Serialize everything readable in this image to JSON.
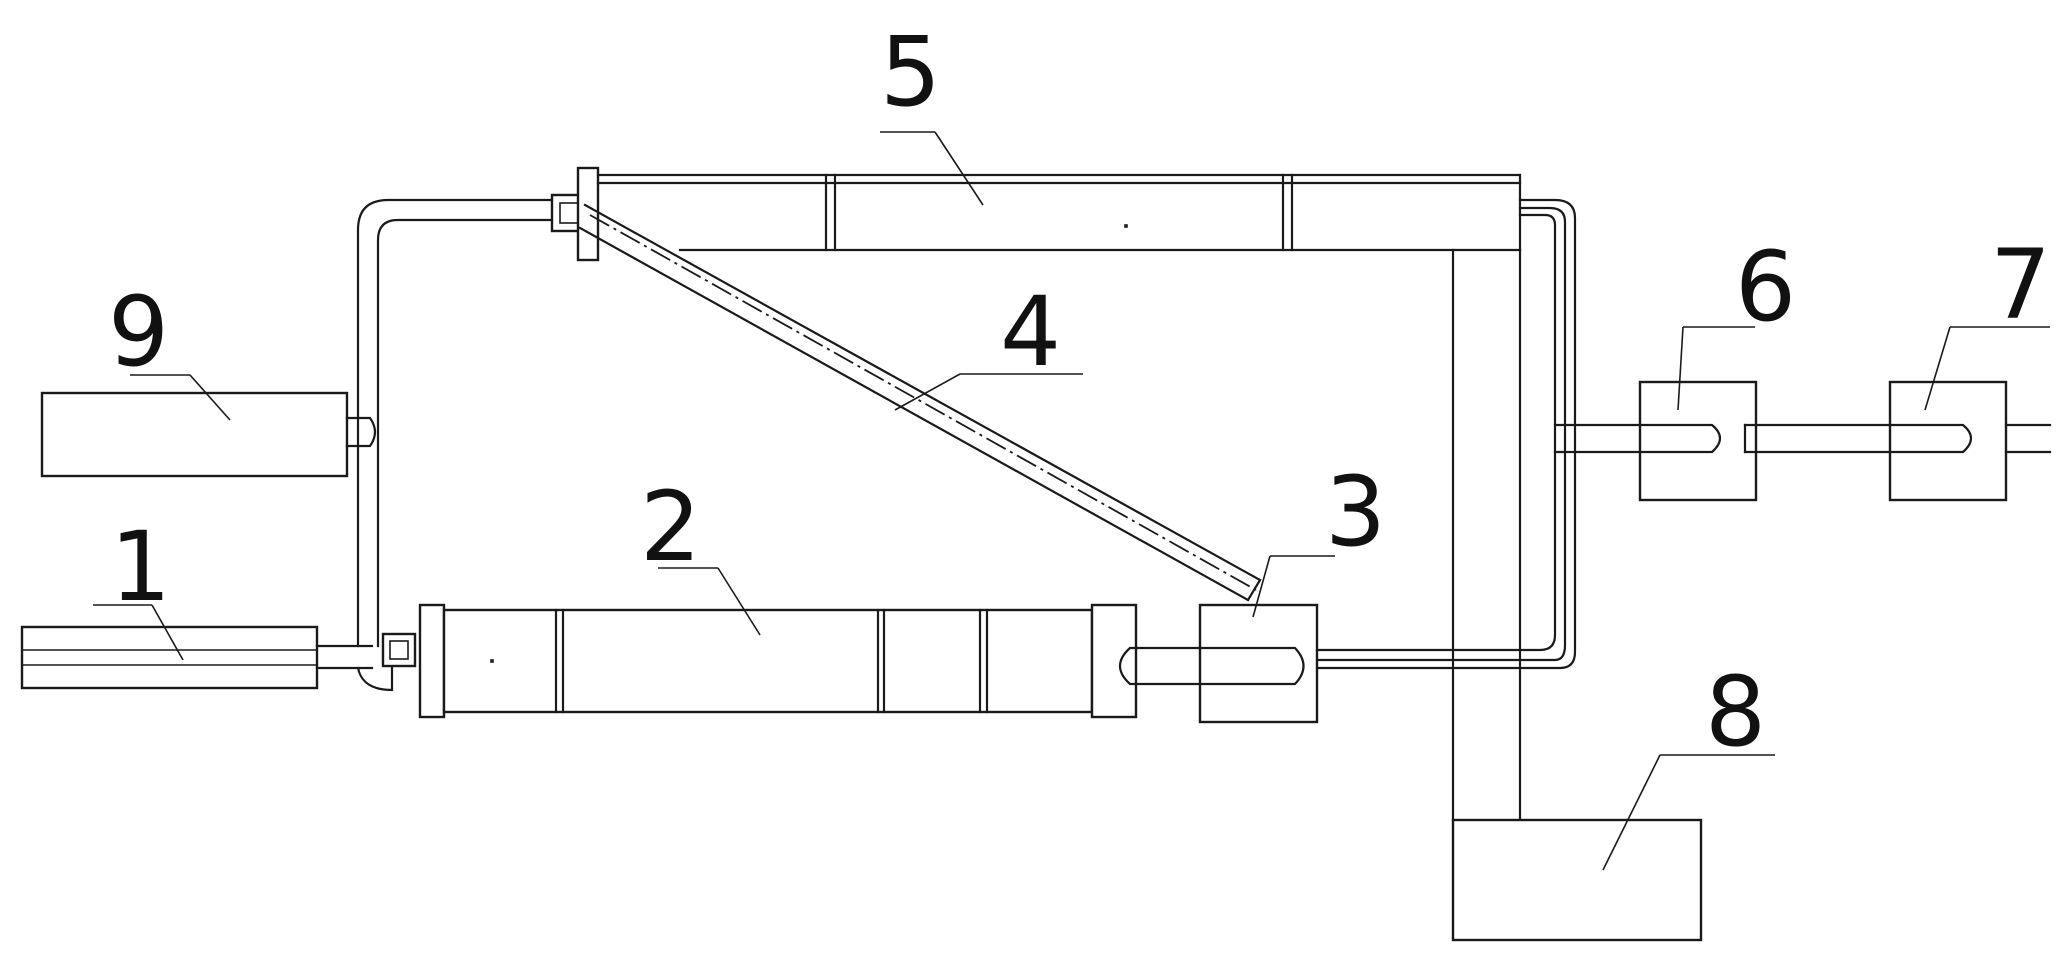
{
  "labels": {
    "l1": "1",
    "l2": "2",
    "l3": "3",
    "l4": "4",
    "l5": "5",
    "l6": "6",
    "l7": "7",
    "l8": "8",
    "l9": "9"
  },
  "colors": {
    "line": "#1a1a1a",
    "background": "#ffffff"
  }
}
